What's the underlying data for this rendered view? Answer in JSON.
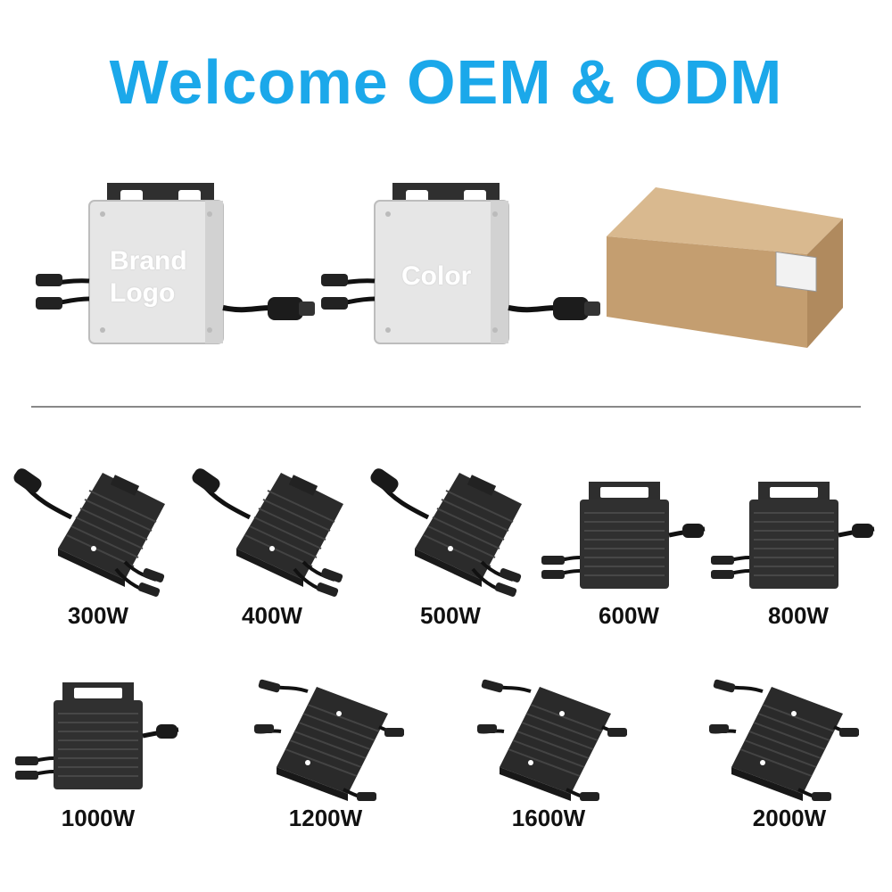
{
  "title": "Welcome OEM & ODM",
  "customization": {
    "brand_logo_label_line1": "Brand",
    "brand_logo_label_line2": "Logo",
    "color_label": "Color"
  },
  "products": [
    {
      "power": "300W",
      "style": "angled-small"
    },
    {
      "power": "400W",
      "style": "angled-small"
    },
    {
      "power": "500W",
      "style": "angled-small"
    },
    {
      "power": "600W",
      "style": "front-handle"
    },
    {
      "power": "800W",
      "style": "front-handle"
    },
    {
      "power": "1000W",
      "style": "front-handle"
    },
    {
      "power": "1200W",
      "style": "angled-dual"
    },
    {
      "power": "1600W",
      "style": "angled-dual"
    },
    {
      "power": "2000W",
      "style": "angled-dual"
    }
  ],
  "colors": {
    "title": "#1ba8ea",
    "divider": "#888888",
    "product_body": "#2b2b2b",
    "box": "#c9a47a"
  }
}
